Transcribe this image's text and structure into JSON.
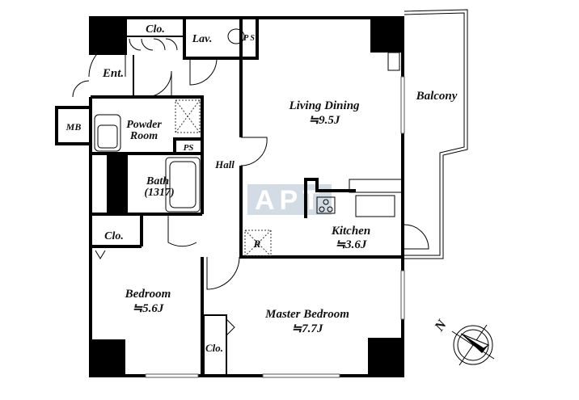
{
  "watermark": "APT",
  "rooms": {
    "closet_top": "Clo.",
    "lavatory": "Lav.",
    "pipe_space_top": "P S",
    "entrance": "Ent.",
    "meter_box": "MB",
    "powder_room_line1": "Powder",
    "powder_room_line2": "Room",
    "pipe_space": "PS",
    "bath_name": "Bath",
    "bath_size": "(1317)",
    "hall": "Hall",
    "closet_left": "Clo.",
    "bedroom_name": "Bedroom",
    "bedroom_size": "≒5.6J",
    "master_bedroom_name": "Master Bedroom",
    "master_bedroom_size": "≒7.7J",
    "closet_master": "Clo.",
    "living_dining_name": "Living Dining",
    "living_dining_size": "≒9.5J",
    "kitchen_name": "Kitchen",
    "kitchen_size": "≒3.6J",
    "balcony": "Balcony",
    "refrigerator": "R"
  },
  "compass": {
    "north_label": "N"
  },
  "colors": {
    "watermark_bg": "#c9d3df",
    "watermark_text": "#ffffff"
  }
}
